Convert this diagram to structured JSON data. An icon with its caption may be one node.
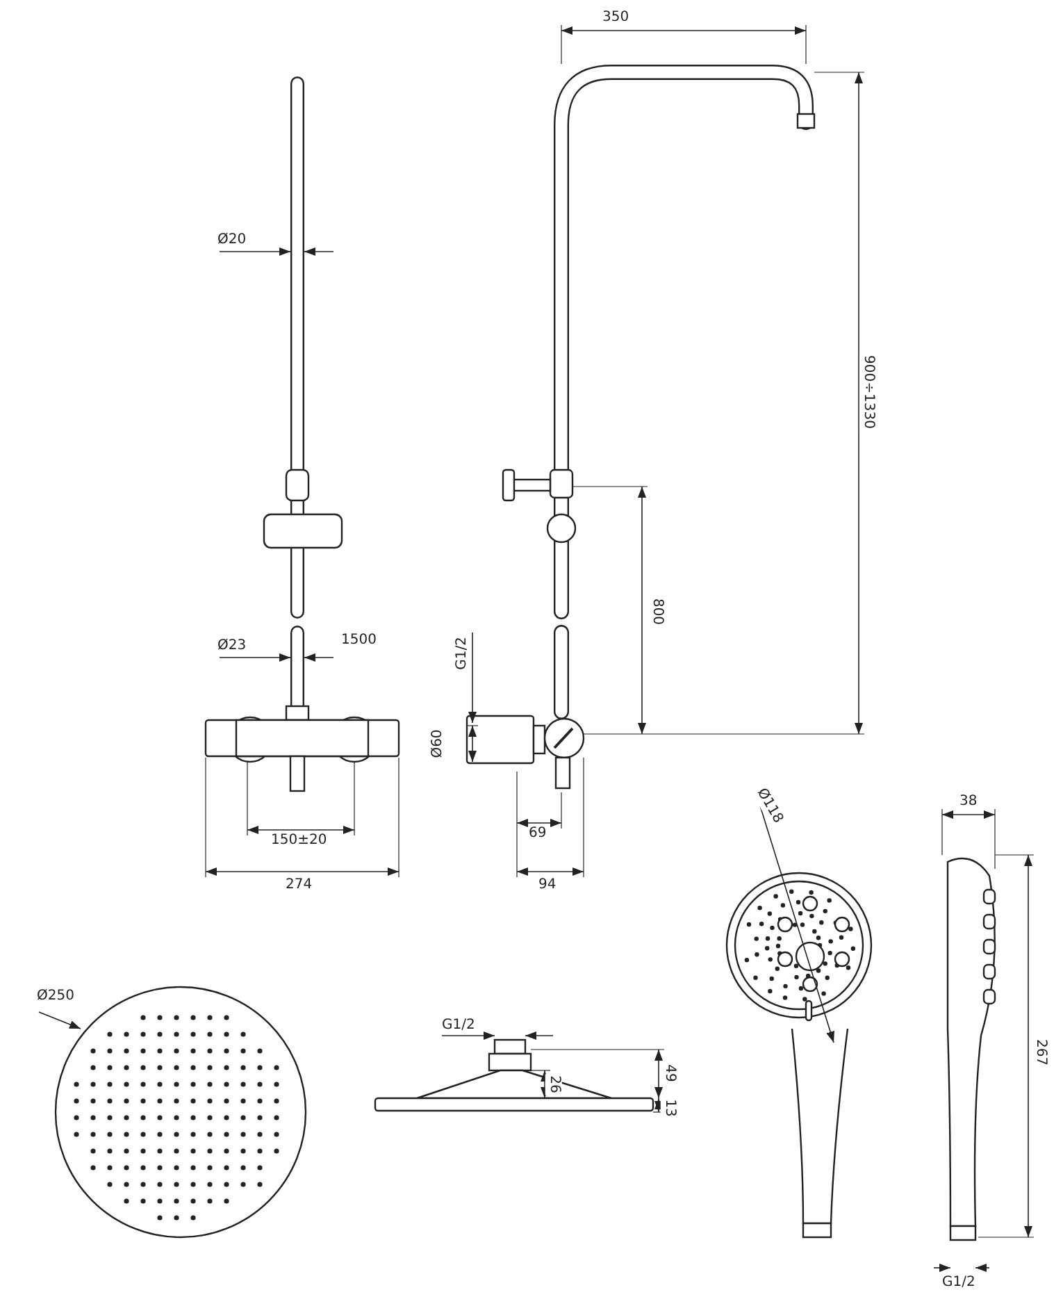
{
  "diagram": {
    "labels": [
      "350",
      "Ø20",
      "900÷1330",
      "800",
      "1500",
      "Ø23",
      "G1/2",
      "Ø60",
      "Ø118",
      "38",
      "69",
      "150±20",
      "274",
      "94",
      "Ø250",
      "G1/2",
      "267",
      "49",
      "26",
      "13",
      "G1/2"
    ]
  }
}
